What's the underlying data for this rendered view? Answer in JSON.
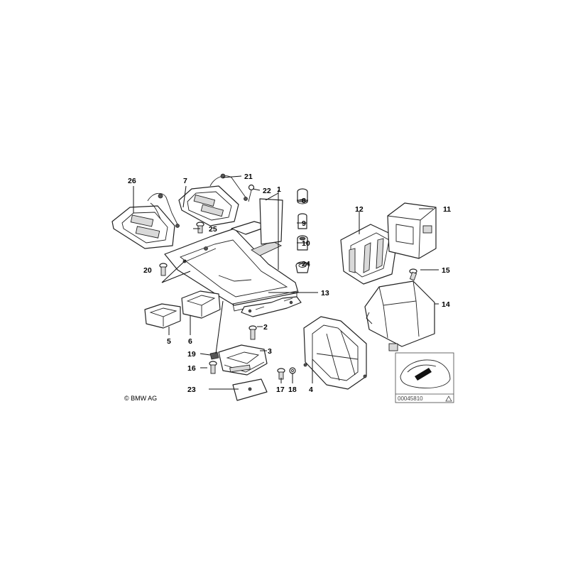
{
  "diagram": {
    "copyright": "© BMW AG",
    "reference_number": "00045810",
    "callouts": [
      "1",
      "2",
      "3",
      "4",
      "5",
      "6",
      "7",
      "8",
      "9",
      "10",
      "11",
      "12",
      "13",
      "14",
      "15",
      "16",
      "17",
      "18",
      "19",
      "20",
      "21",
      "22",
      "23",
      "24",
      "25",
      "26"
    ]
  },
  "colors": {
    "line": "#222222",
    "shade": "#d9d9d9",
    "background": "#ffffff"
  }
}
